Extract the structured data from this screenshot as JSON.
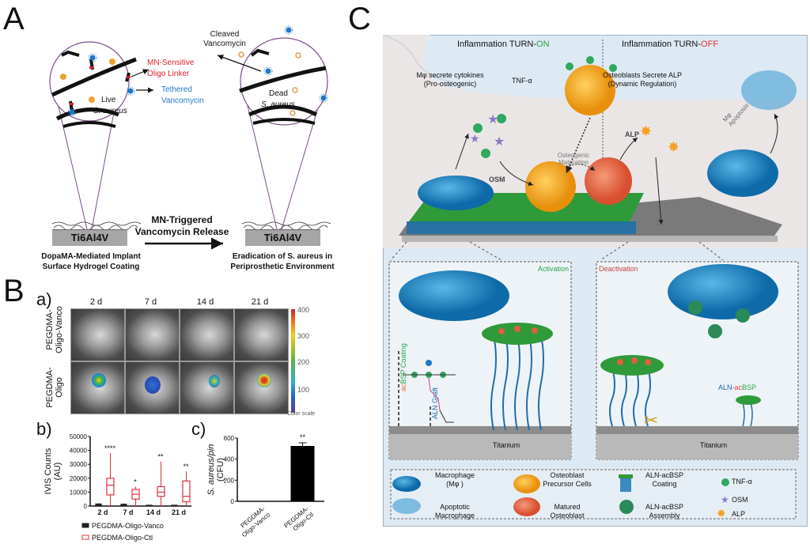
{
  "panel_labels": {
    "A": "A",
    "B": "B",
    "C": "C",
    "a": "a)",
    "b": "b)",
    "c": "c)"
  },
  "panelA": {
    "annotations": {
      "cleaved_vancomycin_1": "Cleaved",
      "cleaved_vancomycin_2": "Vancomycin",
      "mn_sensitive_1": "MN-Sensitive",
      "mn_sensitive_2": "Oligo Linker",
      "tethered_1": "Tethered",
      "tethered_2": "Vancomycin",
      "live_1": "Live",
      "live_2": "S. aureus",
      "dead_1": "Dead",
      "dead_2": "S. aureus"
    },
    "substrate_label": "Ti6Al4V",
    "arrow_label_1": "MN-Triggered",
    "arrow_label_2": "Vancomycin Release",
    "left_caption_1": "DopaMA-Mediated Implant",
    "left_caption_2": "Surface Hydrogel Coating",
    "right_caption_1": "Eradication of S. aureus in",
    "right_caption_2": "Periprosthetic Environment",
    "colors": {
      "linker": "#e0202a",
      "vancomycin": "#1f78c8",
      "bacteria": "#f0a030"
    }
  },
  "panelB": {
    "imaging": {
      "timepoints": [
        "2 d",
        "7 d",
        "14 d",
        "21 d"
      ],
      "row_labels": [
        {
          "line1": "PEGDMA-",
          "line2": "Oligo-Vanco"
        },
        {
          "line1": "PEGDMA-",
          "line2": "Oligo"
        }
      ],
      "colorbar": {
        "ticks": [
          "400",
          "300",
          "200",
          "100"
        ],
        "label": "Color scale",
        "min": 0,
        "max": 400
      }
    }
  },
  "chart_data": [
    {
      "type": "box",
      "title": "",
      "ylabel": "IVIS Counts (AU)",
      "xlabel": "",
      "categories": [
        "2 d",
        "7 d",
        "14 d",
        "21 d"
      ],
      "yticks": [
        "0",
        "10000",
        "20000",
        "30000",
        "40000",
        "50000"
      ],
      "ylim": [
        0,
        50000
      ],
      "significance": [
        "****",
        "*",
        "**",
        "**"
      ],
      "series": [
        {
          "name": "PEGDMA-Oligo-Vanco",
          "color": "#222222",
          "boxes": [
            {
              "min": 0,
              "q1": 500,
              "median": 1000,
              "q3": 1500,
              "max": 2000
            },
            {
              "min": 0,
              "q1": 400,
              "median": 800,
              "q3": 1300,
              "max": 1800
            },
            {
              "min": 0,
              "q1": 200,
              "median": 400,
              "q3": 600,
              "max": 800
            },
            {
              "min": 0,
              "q1": 200,
              "median": 400,
              "q3": 600,
              "max": 800
            }
          ]
        },
        {
          "name": "PEGDMA-Oligo-Ctl",
          "color": "#e0303a",
          "boxes": [
            {
              "min": 0,
              "q1": 8000,
              "median": 15000,
              "q3": 20000,
              "max": 38000
            },
            {
              "min": 0,
              "q1": 5000,
              "median": 8500,
              "q3": 12000,
              "max": 14000
            },
            {
              "min": 0,
              "q1": 7000,
              "median": 10000,
              "q3": 14000,
              "max": 32000
            },
            {
              "min": 0,
              "q1": 3000,
              "median": 7000,
              "q3": 18000,
              "max": 25000
            }
          ]
        }
      ],
      "legend": [
        "PEGDMA-Oligo-Vanco",
        "PEGDMA-Oligo-Ctl"
      ],
      "legend_position": "bottom"
    },
    {
      "type": "bar",
      "title": "",
      "ylabel_line1": "S. aureus/pin",
      "ylabel_line2": "(CFU)",
      "categories": [
        "PEGDMA-Oligo-Vanco",
        "PEGDMA-Oligo-Ctl"
      ],
      "category_labels": [
        {
          "line1": "PEGDMA-",
          "line2": "Oligo-Vanco"
        },
        {
          "line1": "PEGDMA-",
          "line2": "Oligo-Ctl"
        }
      ],
      "values": [
        0,
        525
      ],
      "errors": [
        0,
        30
      ],
      "yticks": [
        "0",
        "200",
        "400",
        "600"
      ],
      "ylim": [
        0,
        600
      ],
      "significance": [
        "",
        "**"
      ],
      "bar_color": "#000000"
    }
  ],
  "panelC": {
    "header_on_prefix": "Inflammation TURN-",
    "header_on_suffix": "ON",
    "header_off_prefix": "Inflammation TURN-",
    "header_off_suffix": "OFF",
    "mphi_secrete_1": "Mφ secrete cytokines",
    "mphi_secrete_2": "(Pro-osteogenic)",
    "tnf_label": "TNF-α",
    "osteoblast_secrete_1": "Osteoblasts Secrete ALP",
    "osteoblast_secrete_2": "(Dynamic Regulation)",
    "apoptosis_1": "Mφ",
    "apoptosis_2": "Apoptosis",
    "osm_label": "OSM",
    "alp_label": "ALP",
    "osteogenic_1": "Osteogenic",
    "osteogenic_2": "Maturation",
    "activation": "Activation",
    "deactivation": "Deactivation",
    "acbsp_coating_prefix": "ac",
    "acbsp_coating_suffix": "BSP Coating",
    "aln_graft": "ALN Graft",
    "aln_acbsp_a": "ALN-",
    "aln_acbsp_b": "ac",
    "aln_acbsp_c": "BSP",
    "titanium": "Titanium",
    "legend": [
      {
        "label1": "Macrophage",
        "label2": "(Mφ )",
        "icon": "macrophage-icon"
      },
      {
        "label1": "Osteoblast",
        "label2": "Precursor Cells",
        "icon": "osteoblast-precursor-icon"
      },
      {
        "label1": "ALN-acBSP",
        "label2": "Coating",
        "icon": "coating-icon"
      },
      {
        "label1": "TNF-α",
        "label2": "",
        "icon": "tnf-icon"
      },
      {
        "label1": "Apoptotic",
        "label2": "Macrophage",
        "icon": "apoptotic-macrophage-icon"
      },
      {
        "label1": "Matured",
        "label2": "Osteoblast",
        "icon": "matured-osteoblast-icon"
      },
      {
        "label1": "ALN-acBSP",
        "label2": "Assembly",
        "icon": "assembly-icon"
      },
      {
        "label1": "OSM",
        "label2": "",
        "icon": "osm-icon"
      },
      {
        "label1": "ALP",
        "label2": "",
        "icon": "alp-icon"
      }
    ],
    "colors": {
      "on": "#2aa44a",
      "off": "#e03030",
      "macrophage": "#1a80c0",
      "precursor": "#f2a81a",
      "matured": "#e2673f",
      "tnf": "#2fa860",
      "osm": "#8a7bc8",
      "alp": "#f5a020",
      "background": "#dde9f3"
    }
  }
}
